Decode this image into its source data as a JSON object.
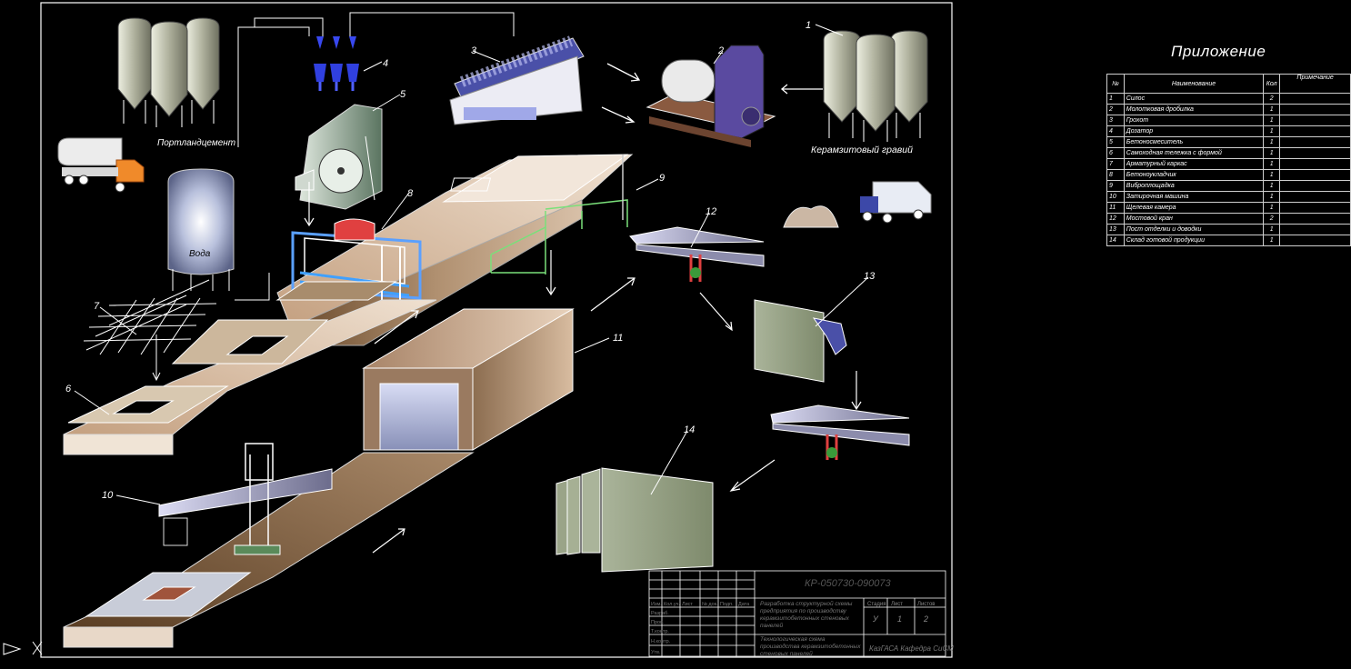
{
  "labels": {
    "cement": "Портландцемент",
    "water": "Вода",
    "gravel": "Керамзитовый гравий"
  },
  "numbers": [
    "1",
    "2",
    "3",
    "4",
    "5",
    "6",
    "7",
    "8",
    "9",
    "10",
    "11",
    "12",
    "13",
    "14"
  ],
  "appendix": {
    "title": "Приложение",
    "headers": {
      "num": "№",
      "name": "Наименование",
      "qty": "Кол",
      "note": "Примечание"
    },
    "rows": [
      {
        "num": "1",
        "name": "Силос",
        "qty": "2"
      },
      {
        "num": "2",
        "name": "Молотковая дробилка",
        "qty": "1"
      },
      {
        "num": "3",
        "name": "Грохот",
        "qty": "1"
      },
      {
        "num": "4",
        "name": "Дозатор",
        "qty": "1"
      },
      {
        "num": "5",
        "name": "Бетоносмеситель",
        "qty": "1"
      },
      {
        "num": "6",
        "name": "Самоходная тележка с формой",
        "qty": "1"
      },
      {
        "num": "7",
        "name": "Арматурный каркас",
        "qty": "1"
      },
      {
        "num": "8",
        "name": "Бетоноукладчик",
        "qty": "1"
      },
      {
        "num": "9",
        "name": "Виброплощадка",
        "qty": "1"
      },
      {
        "num": "10",
        "name": "Затирочная машина",
        "qty": "1"
      },
      {
        "num": "11",
        "name": "Щелевая камера",
        "qty": "1"
      },
      {
        "num": "12",
        "name": "Мостовой кран",
        "qty": "2"
      },
      {
        "num": "13",
        "name": "Пост отделки и доводки",
        "qty": "1"
      },
      {
        "num": "14",
        "name": "Склад готовой продукции",
        "qty": "1"
      }
    ]
  },
  "title_block": {
    "code": "КР-050730-090073",
    "title_main": "Разработка структурной схемы предприятия по производству керамзитобетонных стеновых панелей",
    "title_sheet": "Технологическая схема производства керамзитобетонных стеновых панелей",
    "stage": "У",
    "sheet": "1",
    "sheets": "2",
    "org": "КазГАСА Кафедра СиСМ",
    "col_headers": [
      "Изм.",
      "Кол.уч.",
      "Лист",
      "№ док.",
      "Подп.",
      "Дата"
    ],
    "head_stage": "Стадия",
    "head_sheet": "Лист",
    "head_sheets": "Листов",
    "role_rows": [
      "Разраб.",
      "Пров.",
      "Т.контр.",
      "Н.контр.",
      "Утв."
    ]
  },
  "colors": {
    "background": "#000000",
    "frame": "#ffffff",
    "conveyor": "#8a6a4a",
    "silo": "#b9bcab",
    "crusher": "#5a4aa0",
    "truck": "#f08a2a"
  },
  "icons": [
    "cement-silo-icon",
    "gravel-silo-icon",
    "cement-truck-icon",
    "water-tank-icon",
    "dosing-unit-icon",
    "concrete-mixer-icon",
    "screen-icon",
    "hammer-crusher-icon",
    "dump-truck-icon",
    "gravel-pile-icon",
    "concrete-placer-icon",
    "reinforcement-cage-icon",
    "vibro-table-icon",
    "slot-chamber-icon",
    "bridge-crane-icon",
    "trowel-machine-icon",
    "finishing-post-icon",
    "panel-stack-icon"
  ]
}
